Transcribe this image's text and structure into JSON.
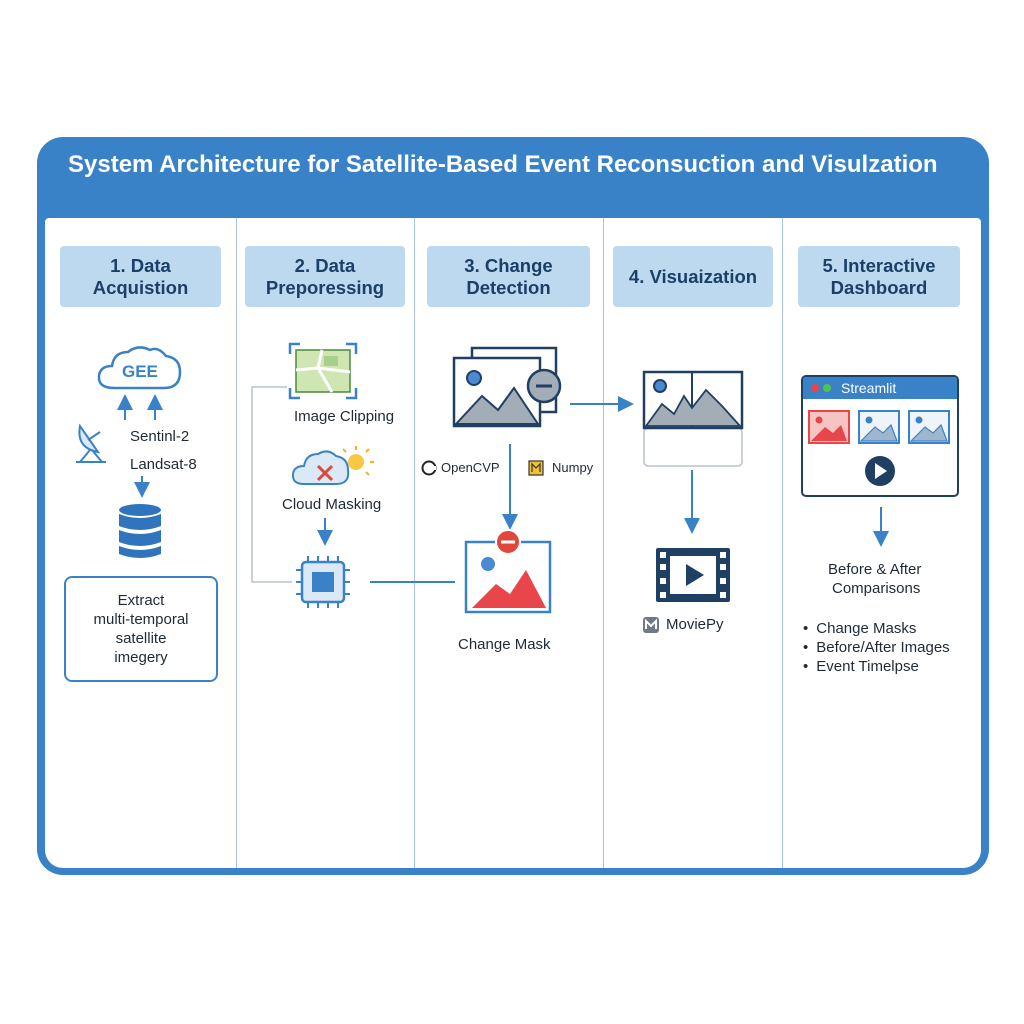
{
  "title": "System Architecture for Satellite-Based Event Reconsuction and Visulzation",
  "columns": [
    {
      "header": "1. Data Acquistion"
    },
    {
      "header": "2. Data Preporessing"
    },
    {
      "header": "3. Change Detection"
    },
    {
      "header": "4. Visuaization"
    },
    {
      "header": "5. Interactive Dashboard"
    }
  ],
  "acquisition": {
    "cloud_label": "GEE",
    "sources": [
      "Sentinl-2",
      "Landsat-8"
    ],
    "box_lines": [
      "Extract",
      "multi-temporal",
      "satellite",
      "imegery"
    ]
  },
  "preprocessing": {
    "step1": "Image Clipping",
    "step2": "Cloud Masking"
  },
  "change_detection": {
    "lib1": "OpenCVP",
    "lib2": "Numpy",
    "output": "Change Mask"
  },
  "visualization": {
    "lib": "MoviePy"
  },
  "dashboard": {
    "app_title": "Streamlit",
    "comparison_line1": "Before & After",
    "comparison_line2": "Comparisons",
    "bullets": [
      "Change Masks",
      "Before/After Images",
      "Event Timelpse"
    ]
  }
}
